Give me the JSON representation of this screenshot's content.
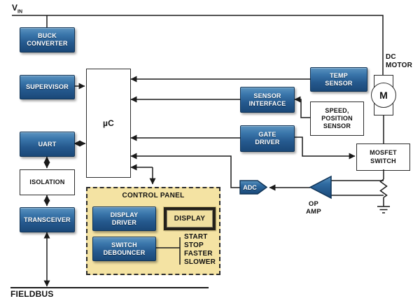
{
  "diagram": {
    "power": {
      "vin": "V",
      "vin_sub": "IN"
    },
    "left_chain": {
      "buck": "BUCK\nCONVERTER",
      "supervisor": "SUPERVISOR",
      "uart": "UART",
      "isolation": "ISOLATION",
      "transceiver": "TRANSCEIVER",
      "fieldbus": "FIELDBUS"
    },
    "mcu": "µC",
    "sensors": {
      "temp": "TEMP\nSENSOR",
      "interface": "SENSOR\nINTERFACE",
      "speed": "SPEED,\nPOSITION\nSENSOR"
    },
    "drive": {
      "gate": "GATE\nDRIVER",
      "mosfet": "MOSFET\nSWITCH",
      "motor_label": "DC\nMOTOR",
      "motor_symbol": "M",
      "adc": "ADC",
      "opamp": "OP\nAMP"
    },
    "control_panel": {
      "title": "CONTROL PANEL",
      "display_driver": "DISPLAY\nDRIVER",
      "display": "DISPLAY",
      "debouncer": "SWITCH\nDEBOUNCER",
      "buttons": [
        "START",
        "STOP",
        "FASTER",
        "SLOWER"
      ]
    },
    "colors": {
      "block_blue_top": "#5b93bf",
      "block_blue_bottom": "#1a4878",
      "panel_bg": "#F4E3A3",
      "wire": "#1a1a1a"
    }
  }
}
